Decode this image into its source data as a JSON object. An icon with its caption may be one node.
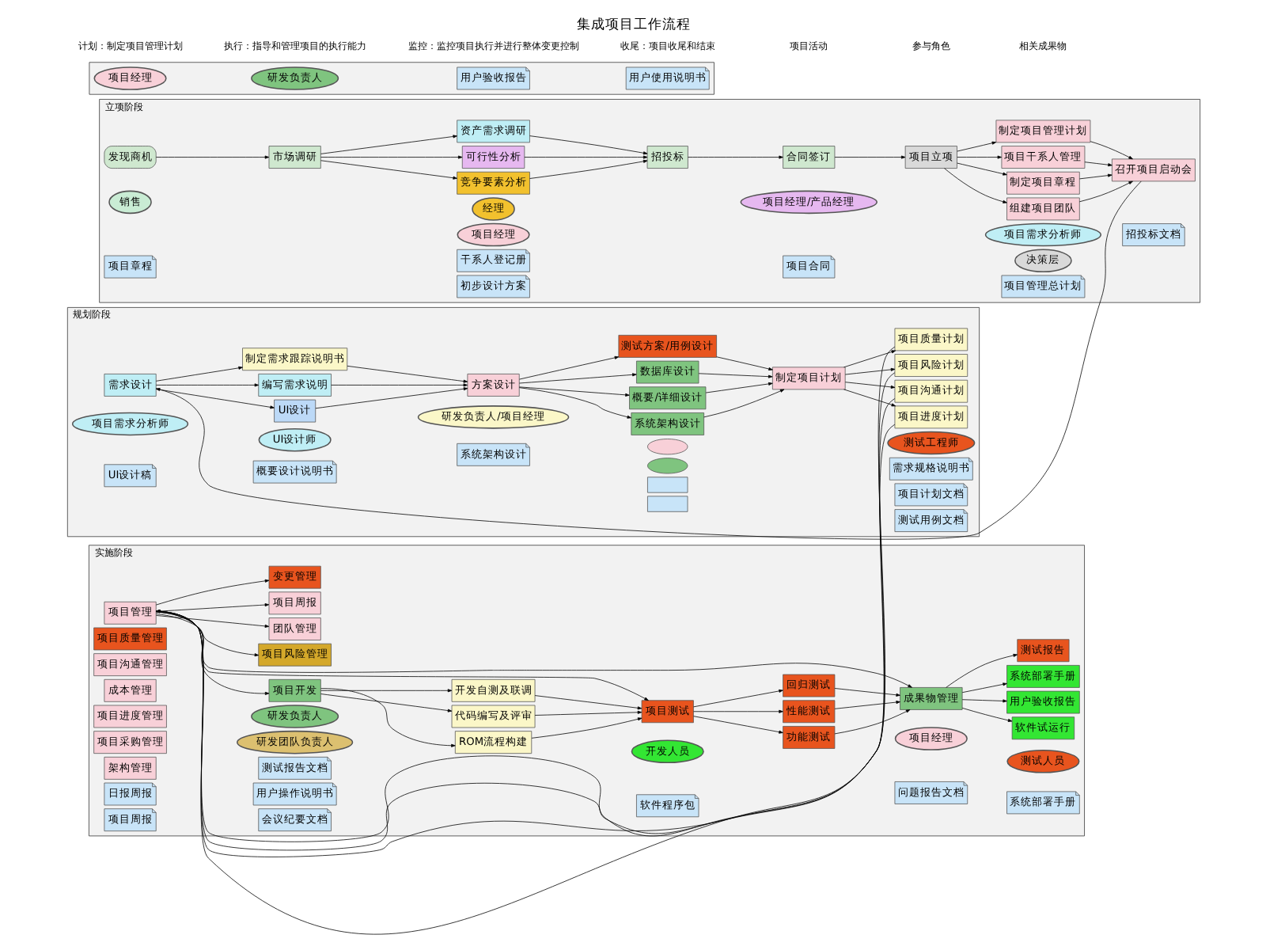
{
  "diagram": {
    "title": "集成项目工作流程",
    "nodes": [
      {
        "text": [
          "立项阶段"
        ]
      },
      {
        "text": [
          "发现商机"
        ],
        "in": 0
      },
      {
        "text": [
          "市场调研"
        ],
        "in": 0
      },
      {
        "text": [
          "竞争要素分析"
        ],
        "in": 0
      },
      {
        "text": [
          "可行性分析"
        ],
        "in": 0
      },
      {
        "text": [
          "资产需求调研"
        ],
        "in": 0
      },
      {
        "text": [
          "招投标"
        ],
        "in": 0
      },
      {
        "text": [
          "合同签订"
        ],
        "in": 0
      },
      {
        "text": [
          "项目立项"
        ],
        "in": 0
      },
      {
        "text": [
          "组建项目团队"
        ],
        "in": 0
      },
      {
        "text": [
          "制定项目章程"
        ],
        "in": 0
      },
      {
        "text": [
          "项目干系人管理"
        ],
        "in": 0
      },
      {
        "text": [
          "制定项目管理计划"
        ],
        "in": 0
      },
      {
        "text": [
          "召开项目启动会"
        ],
        "in": 0
      },
      {
        "text": [
          "销售"
        ],
        "in": 0
      },
      {
        "text": [
          "经理"
        ],
        "in": 0
      },
      {
        "text": [
          "项目经理"
        ],
        "in": 0
      },
      {
        "text": [
          "项目经理/产品经理"
        ],
        "in": 0
      },
      {
        "text": [
          "项目需求分析师"
        ],
        "in": 0
      },
      {
        "text": [
          "决策层"
        ],
        "in": 0
      },
      {
        "text": [
          "招投标文档"
        ],
        "in": 0
      },
      {
        "text": [
          "项目章程"
        ],
        "in": 0
      },
      {
        "text": [
          "干系人登记册"
        ],
        "in": 0
      },
      {
        "text": [
          "初步设计方案"
        ],
        "in": 0
      },
      {
        "text": [
          "项目合同"
        ],
        "in": 0
      },
      {
        "text": [
          "项目管理总计划"
        ],
        "in": 0
      },
      {
        "text": [
          "规划阶段"
        ]
      },
      {
        "text": [
          "需求设计"
        ],
        "in": 26
      },
      {
        "text": [
          "UI设计"
        ],
        "in": 26
      },
      {
        "text": [
          "编写需求说明"
        ],
        "in": 26
      },
      {
        "text": [
          "制定需求跟踪说明书"
        ],
        "in": 26
      },
      {
        "text": [
          "方案设计"
        ],
        "in": 26
      },
      {
        "text": [
          "系统架构设计"
        ],
        "in": 26
      },
      {
        "text": [
          "概要/详细设计"
        ],
        "in": 26
      },
      {
        "text": [
          "数据库设计"
        ],
        "in": 26
      },
      {
        "text": [
          "测试方案/用例设计"
        ],
        "in": 26
      },
      {
        "text": [
          "制定项目计划"
        ],
        "in": 26
      },
      {
        "text": [
          "项目进度计划"
        ],
        "in": 26
      },
      {
        "text": [
          "项目沟通计划"
        ],
        "in": 26
      },
      {
        "text": [
          "项目风险计划"
        ],
        "in": 26
      },
      {
        "text": [
          "项目质量计划"
        ],
        "in": 26
      },
      {
        "text": [
          "项目需求分析师"
        ],
        "in": 26
      },
      {
        "text": [
          "UI设计师"
        ],
        "in": 26
      },
      {
        "text": [
          "研发负责人/项目经理"
        ],
        "in": 26
      },
      {
        "text": [],
        "shape": "cloud",
        "in": 26
      },
      {
        "text": [],
        "shape": "cloud",
        "in": 26
      },
      {
        "text": [
          "测试工程师"
        ],
        "in": 26
      },
      {
        "text": [
          "需求规格说明书"
        ],
        "in": 26
      },
      {
        "text": [
          "UI设计稿"
        ],
        "in": 26
      },
      {
        "text": [
          "概要设计说明书"
        ],
        "in": 26
      },
      {
        "text": [
          "系统架构设计"
        ],
        "in": 26
      },
      {
        "text": [],
        "shape": "box",
        "in": 26
      },
      {
        "text": [],
        "shape": "box",
        "in": 26
      },
      {
        "text": [
          "项目计划文档"
        ],
        "in": 26
      },
      {
        "text": [
          "测试用例文档"
        ],
        "in": 26
      },
      {
        "text": [
          "实施阶段"
        ]
      },
      {
        "text": [
          "项目开发"
        ],
        "in": 55
      },
      {
        "text": [
          "ROM流程构建"
        ],
        "in": 55
      },
      {
        "text": [
          "代码编写及评审"
        ],
        "in": 55
      },
      {
        "text": [
          "开发自测及联调"
        ],
        "in": 55
      },
      {
        "text": [
          "项目测试"
        ],
        "in": 55
      },
      {
        "text": [
          "功能测试"
        ],
        "in": 55
      },
      {
        "text": [
          "性能测试"
        ],
        "in": 55
      },
      {
        "text": [
          "回归测试"
        ],
        "in": 55
      },
      {
        "text": [
          "成果物管理"
        ],
        "in": 55
      },
      {
        "text": [
          "软件试运行"
        ],
        "in": 55
      },
      {
        "text": [
          "用户验收报告"
        ],
        "in": 55
      },
      {
        "text": [
          "系统部署手册"
        ],
        "in": 55
      },
      {
        "text": [
          "测试报告"
        ],
        "in": 55
      },
      {
        "text": [
          "项目管理"
        ],
        "in": 55
      },
      {
        "text": [
          "项目质量管理"
        ],
        "in": 55
      },
      {
        "text": [
          "项目沟通管理"
        ],
        "in": 55
      },
      {
        "text": [
          "项目风险管理"
        ],
        "in": 55
      },
      {
        "text": [
          "团队管理"
        ],
        "in": 55
      },
      {
        "text": [
          "成本管理"
        ],
        "in": 55
      },
      {
        "text": [
          "项目进度管理"
        ],
        "in": 55
      },
      {
        "text": [
          "项目采购管理"
        ],
        "in": 55
      },
      {
        "text": [
          "项目周报"
        ],
        "in": 55
      },
      {
        "text": [
          "变更管理"
        ],
        "in": 55
      },
      {
        "text": [
          "架构管理"
        ],
        "in": 55
      },
      {
        "text": [
          "研发负责人"
        ],
        "in": 55
      },
      {
        "text": [
          "开发人员"
        ],
        "in": 55
      },
      {
        "text": [
          "项目经理"
        ],
        "in": 55
      },
      {
        "text": [
          "测试人员"
        ],
        "in": 55
      },
      {
        "text": [
          "研发团队负责人"
        ],
        "in": 55
      },
      {
        "text": [
          "日报周报"
        ],
        "in": 55
      },
      {
        "text": [
          "测试报告文档"
        ],
        "in": 55
      },
      {
        "text": [
          "软件程序包"
        ],
        "in": 55
      },
      {
        "text": [
          "问题报告文档"
        ],
        "in": 55
      },
      {
        "text": [
          "系统部署手册"
        ],
        "in": 55
      },
      {
        "text": [
          "用户操作说明书"
        ],
        "in": 55
      },
      {
        "text": [
          "项目周报"
        ],
        "in": 55
      },
      {
        "text": [
          "会议纪要文档"
        ],
        "in": 55
      },
      {
        "text": [],
        "shape": "box"
      },
      {
        "text": [
          "项目经理"
        ],
        "in": 93
      },
      {
        "text": [
          "研发负责人"
        ],
        "in": 93
      },
      {
        "text": [
          "用户验收报告"
        ],
        "in": 93
      },
      {
        "text": [
          "用户使用说明书"
        ],
        "in": 93
      }
    ],
    "edges": [
      {
        "from": 1,
        "to": 2,
        "arrow": "to"
      },
      {
        "from": 2,
        "to": 3,
        "arrow": "to"
      },
      {
        "from": 2,
        "to": 4,
        "arrow": "to"
      },
      {
        "from": 2,
        "to": 5,
        "arrow": "to"
      },
      {
        "from": 3,
        "to": 6,
        "arrow": "to"
      },
      {
        "from": 4,
        "to": 6,
        "arrow": "to"
      },
      {
        "from": 5,
        "to": 6,
        "arrow": "to"
      },
      {
        "from": 6,
        "to": 7,
        "arrow": "to"
      },
      {
        "from": 7,
        "to": 8,
        "arrow": "to"
      },
      {
        "from": 8,
        "to": 9,
        "arrow": "to"
      },
      {
        "from": 8,
        "to": 10,
        "arrow": "to"
      },
      {
        "from": 8,
        "to": 11,
        "arrow": "to"
      },
      {
        "from": 8,
        "to": 12,
        "arrow": "to"
      },
      {
        "from": 9,
        "to": 13,
        "arrow": "to"
      },
      {
        "from": 10,
        "to": 13,
        "arrow": "to"
      },
      {
        "from": 11,
        "to": 13,
        "arrow": "to"
      },
      {
        "from": 12,
        "to": 13,
        "arrow": "to"
      },
      {
        "from": 13,
        "to": 27,
        "arrow": "to"
      },
      {
        "from": 27,
        "to": 28,
        "arrow": "to"
      },
      {
        "from": 27,
        "to": 29,
        "arrow": "to"
      },
      {
        "from": 27,
        "to": 30,
        "arrow": "to"
      },
      {
        "from": 28,
        "to": 31,
        "arrow": "to"
      },
      {
        "from": 29,
        "to": 31,
        "arrow": "to"
      },
      {
        "from": 30,
        "to": 31,
        "arrow": "to"
      },
      {
        "from": 31,
        "to": 32,
        "arrow": "to"
      },
      {
        "from": 31,
        "to": 33,
        "arrow": "to"
      },
      {
        "from": 31,
        "to": 34,
        "arrow": "to"
      },
      {
        "from": 31,
        "to": 35,
        "arrow": "to"
      },
      {
        "from": 32,
        "to": 36,
        "arrow": "to"
      },
      {
        "from": 33,
        "to": 36,
        "arrow": "to"
      },
      {
        "from": 34,
        "to": 36,
        "arrow": "to"
      },
      {
        "from": 35,
        "to": 36,
        "arrow": "to"
      },
      {
        "from": 36,
        "to": 37,
        "arrow": "to"
      },
      {
        "from": 36,
        "to": 38,
        "arrow": "to"
      },
      {
        "from": 36,
        "to": 39,
        "arrow": "to"
      },
      {
        "from": 36,
        "to": 40,
        "arrow": "to"
      },
      {
        "from": 37,
        "to": 69,
        "arrow": "to"
      },
      {
        "from": 38,
        "to": 69,
        "arrow": "to"
      },
      {
        "from": 39,
        "to": 69,
        "arrow": "to"
      },
      {
        "from": 40,
        "to": 69,
        "arrow": "to"
      },
      {
        "from": 56,
        "to": 57,
        "arrow": "to"
      },
      {
        "from": 56,
        "to": 58,
        "arrow": "to"
      },
      {
        "from": 56,
        "to": 59,
        "arrow": "to"
      },
      {
        "from": 57,
        "to": 60,
        "arrow": "to"
      },
      {
        "from": 58,
        "to": 60,
        "arrow": "to"
      },
      {
        "from": 59,
        "to": 60,
        "arrow": "to"
      },
      {
        "from": 60,
        "to": 61,
        "arrow": "to"
      },
      {
        "from": 60,
        "to": 62,
        "arrow": "to"
      },
      {
        "from": 60,
        "to": 63,
        "arrow": "to"
      },
      {
        "from": 61,
        "to": 64,
        "arrow": "to"
      },
      {
        "from": 62,
        "to": 64,
        "arrow": "to"
      },
      {
        "from": 63,
        "to": 64,
        "arrow": "to"
      },
      {
        "from": 64,
        "to": 65,
        "arrow": "to"
      },
      {
        "from": 64,
        "to": 66,
        "arrow": "to"
      },
      {
        "from": 64,
        "to": 67,
        "arrow": "to"
      },
      {
        "from": 64,
        "to": 68,
        "arrow": "to"
      },
      {
        "from": 69,
        "to": 56,
        "arrow": "to"
      },
      {
        "from": 69,
        "to": 60,
        "arrow": "to"
      },
      {
        "from": 69,
        "to": 64,
        "arrow": "to"
      },
      {
        "from": 69,
        "to": 72,
        "arrow": "to"
      },
      {
        "from": 69,
        "to": 73,
        "arrow": "to"
      },
      {
        "from": 69,
        "to": 77,
        "arrow": "to"
      },
      {
        "from": 69,
        "to": 78,
        "arrow": "to"
      }
    ],
    "labels": [
      "计划：制定项目管理计划",
      "执行：指导和管理项目的执行能力",
      "监控：监控项目执行并进行整体变更控制",
      "收尾：项目收尾和结束",
      "项目活动",
      "参与角色",
      "相关成果物"
    ]
  }
}
